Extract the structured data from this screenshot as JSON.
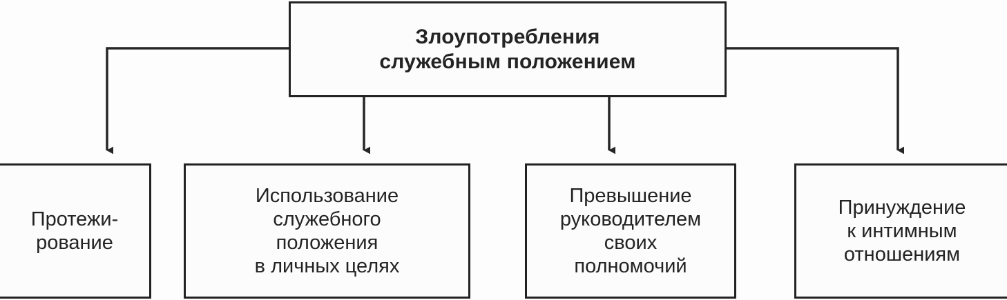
{
  "diagram": {
    "title_text": "Злоупотребления\nслужебным положением",
    "type": "hierarchy-tree",
    "orientation": "top-down",
    "colors": {
      "background": "#fdfdfd",
      "box_fill": "#fcfcfc",
      "box_border": "#222222",
      "text": "#232323",
      "connector": "#262626"
    },
    "root": {
      "label": "Злоупотребления\nслужебным положением",
      "bold": true
    },
    "children": [
      {
        "label": "Протежи-\nрование"
      },
      {
        "label": "Использование\nслужебного\nположения\nв личных целях"
      },
      {
        "label": "Превышение\nруководителем\nсвоих\nполномочий"
      },
      {
        "label": "Принуждение\nк интимным\nотношениям"
      }
    ],
    "connectors": [
      {
        "name": "connector-to-child-0",
        "style": "elbow-left",
        "arrowhead": "filled-triangle"
      },
      {
        "name": "connector-to-child-1",
        "style": "straight-down",
        "arrowhead": "filled-triangle"
      },
      {
        "name": "connector-to-child-2",
        "style": "straight-down",
        "arrowhead": "filled-triangle"
      },
      {
        "name": "connector-to-child-3",
        "style": "elbow-right",
        "arrowhead": "filled-triangle"
      }
    ]
  }
}
